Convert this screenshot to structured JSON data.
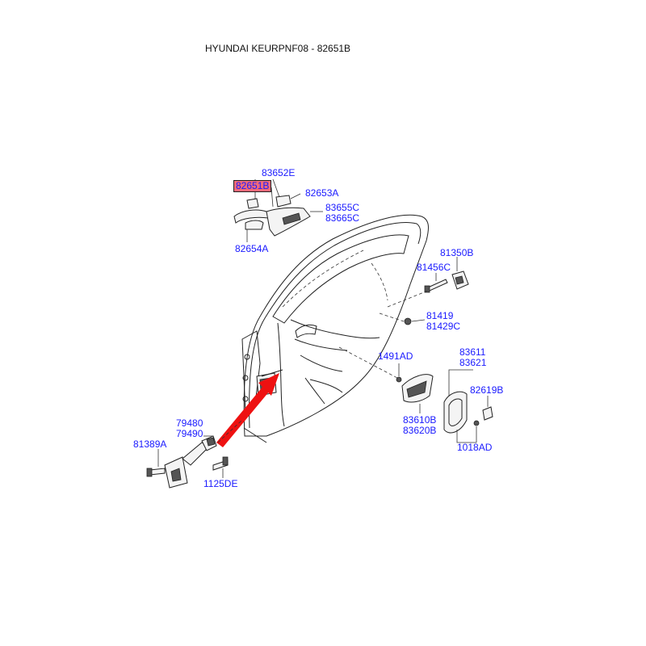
{
  "title": "HYUNDAI KEURPNF08 - 82651B",
  "labels": {
    "p83652E": "83652E",
    "p82651B": "82651B",
    "p82653A": "82653A",
    "p83655C": "83655C",
    "p83665C": "83665C",
    "p82654A": "82654A",
    "p81350B": "81350B",
    "p81456C": "81456C",
    "p81419": "81419",
    "p81429C": "81429C",
    "p1491AD": "1491AD",
    "p83611": "83611",
    "p83621": "83621",
    "p82619B": "82619B",
    "p83610B": "83610B",
    "p83620B": "83620B",
    "p1018AD": "1018AD",
    "p79480": "79480",
    "p79490": "79490",
    "p81389A": "81389A",
    "p1125DE": "1125DE"
  },
  "colors": {
    "label": "#1a1aff",
    "highlight": "#f06a7a",
    "arrow": "#ee1111",
    "line": "#222222"
  }
}
